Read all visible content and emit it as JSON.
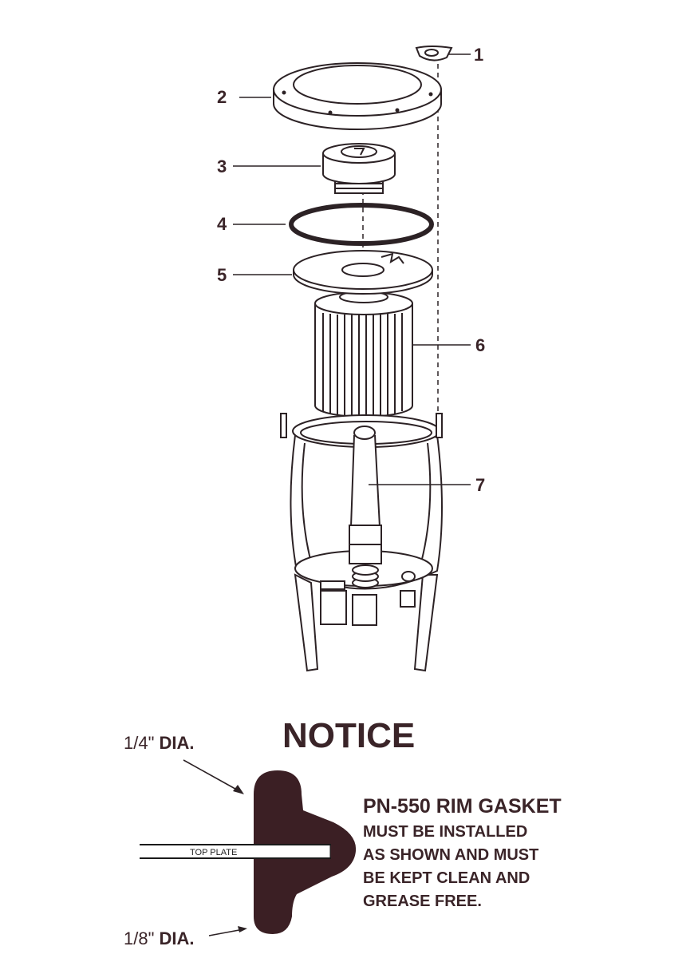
{
  "parts": [
    {
      "number": "1"
    },
    {
      "number": "2"
    },
    {
      "number": "3"
    },
    {
      "number": "4"
    },
    {
      "number": "5"
    },
    {
      "number": "6"
    },
    {
      "number": "7"
    }
  ],
  "notice": {
    "title": "NOTICE",
    "top_dia_size": "1/4\"",
    "top_dia_word": "DIA.",
    "bottom_dia_size": "1/8\"",
    "bottom_dia_word": "DIA.",
    "top_plate_label": "TOP PLATE",
    "heading": "PN-550 RIM GASKET",
    "lines": [
      "MUST BE INSTALLED",
      "AS SHOWN AND MUST",
      "BE KEPT CLEAN AND",
      "GREASE FREE."
    ]
  },
  "colors": {
    "ink": "#3a2428",
    "gasket": "#3b1f24"
  }
}
